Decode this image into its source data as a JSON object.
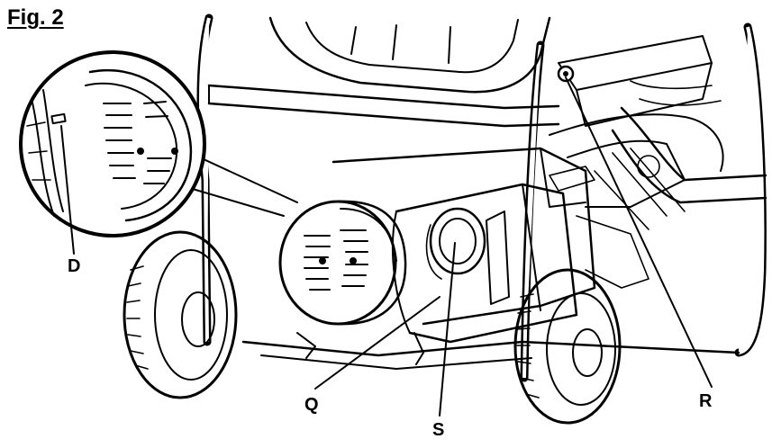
{
  "figure": {
    "title": "Fig. 2",
    "callouts": {
      "d": "D",
      "q": "Q",
      "s": "S",
      "r": "R"
    }
  },
  "colors": {
    "ink": "#000000",
    "paper": "#ffffff"
  }
}
